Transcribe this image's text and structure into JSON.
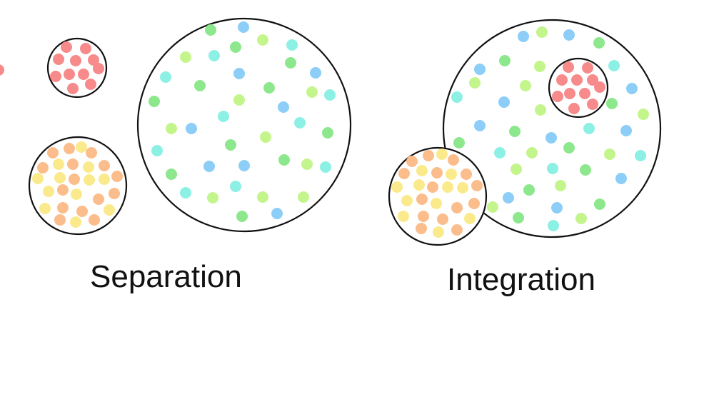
{
  "colors": {
    "outline": "#111111",
    "red": "#f78a8a",
    "orange": "#fbbd8c",
    "yellow": "#fbea8c",
    "green": "#8de88d",
    "lime": "#c4f58c",
    "cyan": "#8cf0e4",
    "blue": "#8ccef7"
  },
  "panels": {
    "separation": {
      "caption": "Separation"
    },
    "integration": {
      "caption": "Integration"
    }
  },
  "groups": [
    {
      "name": "red-group",
      "colors": [
        "red"
      ]
    },
    {
      "name": "warm-group",
      "colors": [
        "orange",
        "yellow"
      ]
    },
    {
      "name": "cool-group",
      "colors": [
        "green",
        "lime",
        "cyan",
        "blue"
      ]
    }
  ]
}
